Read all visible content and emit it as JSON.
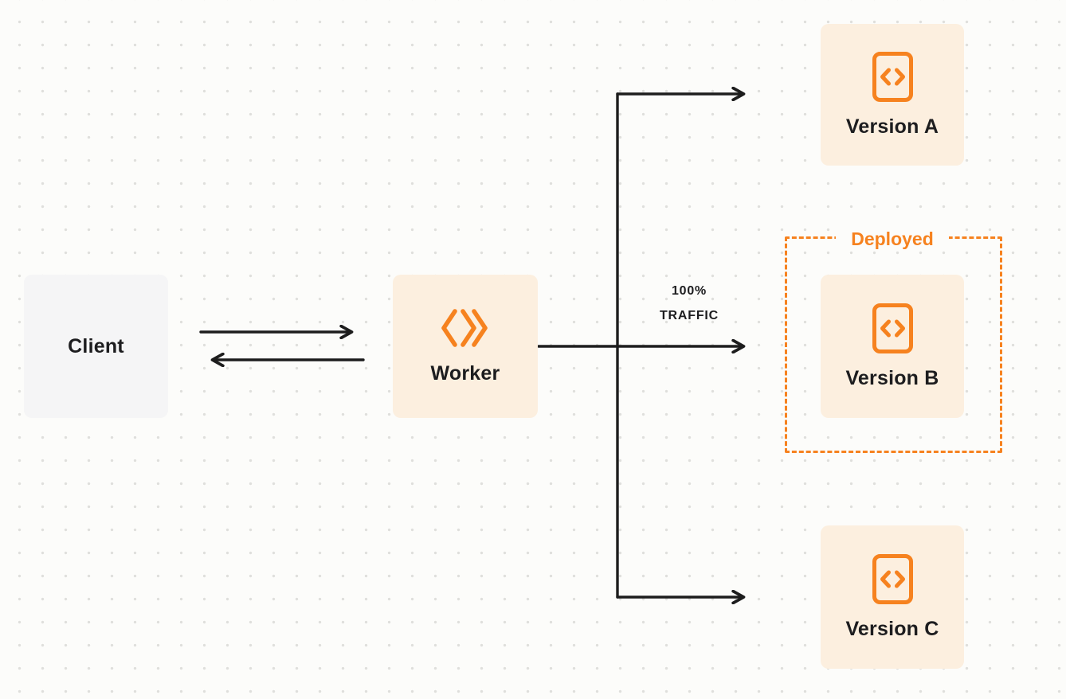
{
  "colors": {
    "background": "#FCFCFA",
    "dot": "#DFDFDC",
    "accent_orange": "#F6821F",
    "node_cream": "#FCEFDF",
    "client_gray": "#F5F5F6",
    "arrow": "#1D1D1D",
    "text": "#1D1D1F"
  },
  "nodes": {
    "client": {
      "label": "Client"
    },
    "worker": {
      "label": "Worker",
      "icon": "cloudflare-workers-logo"
    },
    "version_a": {
      "label": "Version A",
      "icon": "code-file"
    },
    "version_b": {
      "label": "Version B",
      "icon": "code-file"
    },
    "version_c": {
      "label": "Version C",
      "icon": "code-file"
    }
  },
  "annotations": {
    "deployed": "Deployed",
    "traffic": {
      "line1": "100%",
      "line2": "TRAFFIC"
    }
  }
}
